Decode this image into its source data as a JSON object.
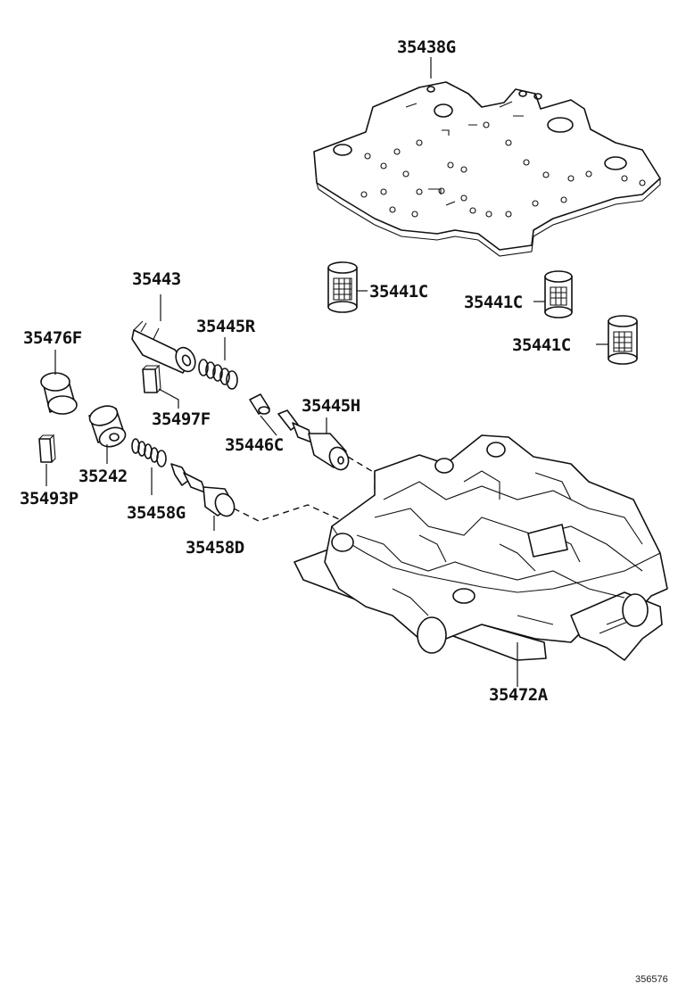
{
  "labels": {
    "p35438G": "35438G",
    "p35443": "35443",
    "p35441C_a": "35441C",
    "p35441C_b": "35441C",
    "p35441C_c": "35441C",
    "p35476F": "35476F",
    "p35445R": "35445R",
    "p35497F": "35497F",
    "p35445H": "35445H",
    "p35446C": "35446C",
    "p35242": "35242",
    "p35493P": "35493P",
    "p35458G": "35458G",
    "p35458D": "35458D",
    "p35472A": "35472A"
  },
  "diagram_id": "356576"
}
